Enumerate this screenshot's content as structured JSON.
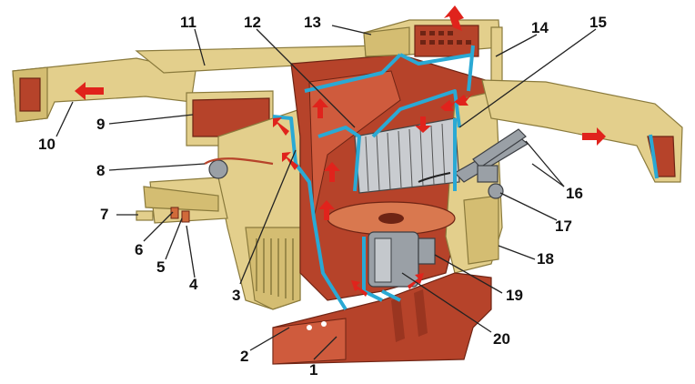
{
  "labels": [
    {
      "id": "1",
      "text": "1"
    },
    {
      "id": "2",
      "text": "2"
    },
    {
      "id": "3",
      "text": "3"
    },
    {
      "id": "4",
      "text": "4"
    },
    {
      "id": "5",
      "text": "5"
    },
    {
      "id": "6",
      "text": "6"
    },
    {
      "id": "7",
      "text": "7"
    },
    {
      "id": "8",
      "text": "8"
    },
    {
      "id": "9",
      "text": "9"
    },
    {
      "id": "10",
      "text": "10"
    },
    {
      "id": "11",
      "text": "11"
    },
    {
      "id": "12",
      "text": "12"
    },
    {
      "id": "13",
      "text": "13"
    },
    {
      "id": "14",
      "text": "14"
    },
    {
      "id": "15",
      "text": "15"
    },
    {
      "id": "16",
      "text": "16"
    },
    {
      "id": "17",
      "text": "17"
    },
    {
      "id": "18",
      "text": "18"
    },
    {
      "id": "19",
      "text": "19"
    },
    {
      "id": "20",
      "text": "20"
    }
  ],
  "colors": {
    "housing": "#e3cf8c",
    "interior": "#b6432a",
    "seal": "#2aa9d4",
    "airflow_arrow": "#e0231c",
    "radiator": "#c9ccd0"
  }
}
